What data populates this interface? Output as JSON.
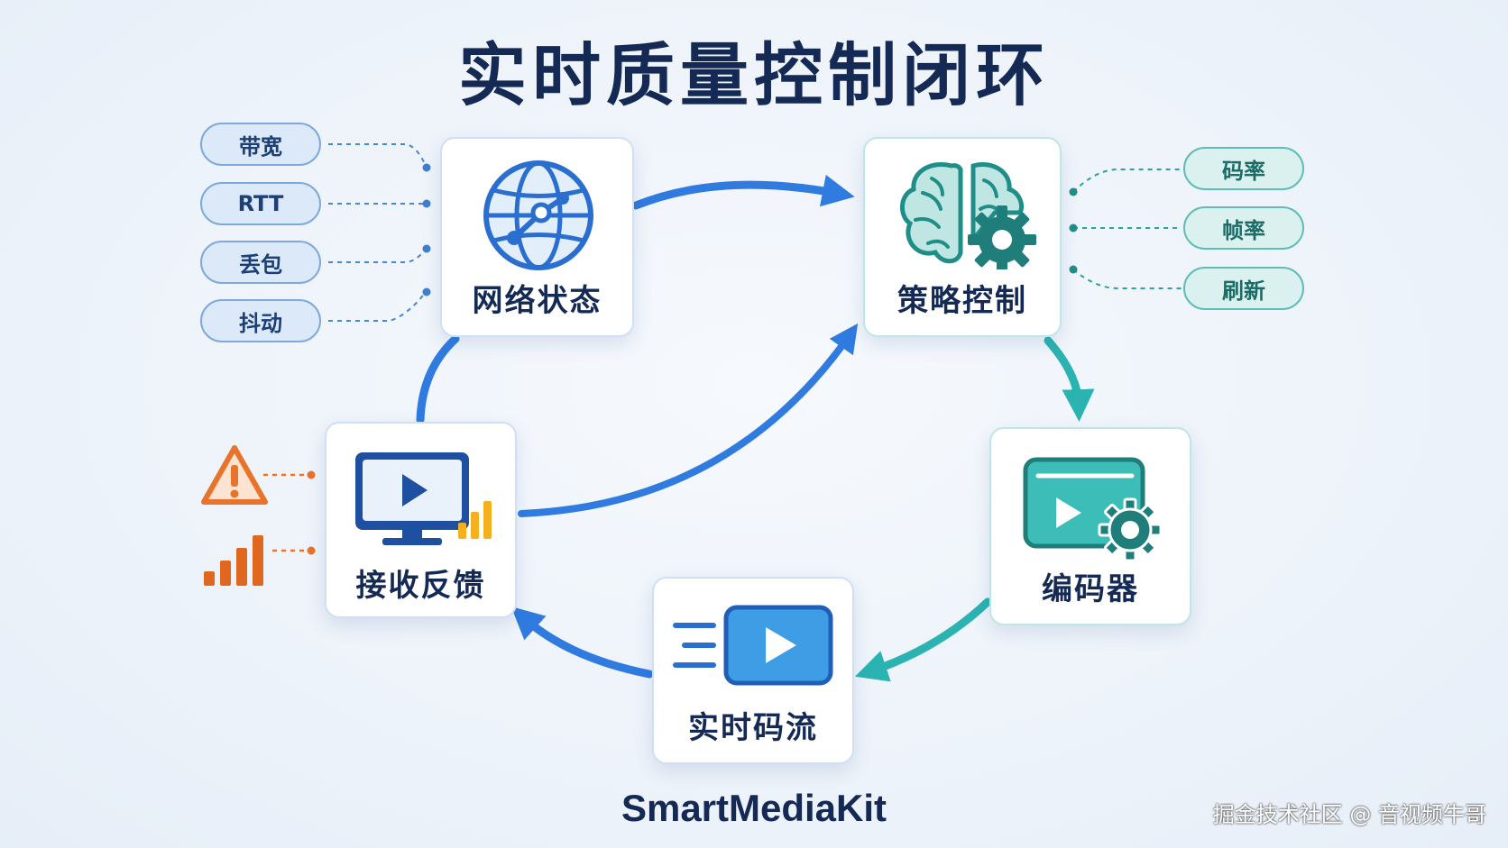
{
  "title": "实时质量控制闭环",
  "brand": "SmartMediaKit",
  "watermark": "掘金技术社区 @ 音视频牛哥",
  "nodes": {
    "network": {
      "label": "网络状态",
      "icon": "globe-network-icon"
    },
    "strategy": {
      "label": "策略控制",
      "icon": "brain-gear-icon"
    },
    "encoder": {
      "label": "编码器",
      "icon": "video-gear-icon"
    },
    "stream": {
      "label": "实时码流",
      "icon": "fast-play-icon"
    },
    "feedback": {
      "label": "接收反馈",
      "icon": "monitor-signal-icon"
    }
  },
  "network_metrics": [
    "带宽",
    "RTT",
    "丢包",
    "抖动"
  ],
  "control_params": [
    "码率",
    "帧率",
    "刷新"
  ],
  "feedback_signals": [
    "warning-icon",
    "signal-bars-icon"
  ],
  "colors": {
    "title": "#142a55",
    "blue_arrow": "#2f7be0",
    "teal_arrow": "#2bb3b1",
    "pill_blue_bg": "#dce9f8",
    "pill_teal_bg": "#dbf1ef",
    "warning": "#e8732a"
  }
}
